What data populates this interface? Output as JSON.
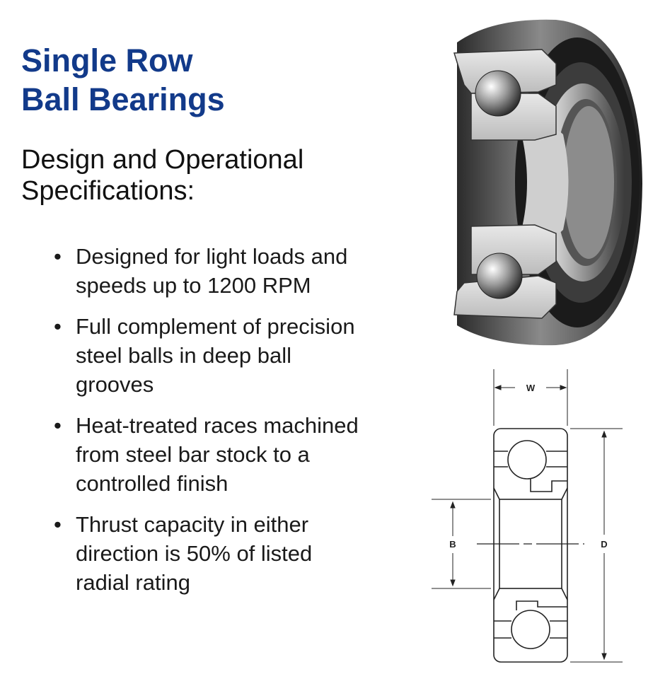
{
  "title": {
    "line1": "Single Row",
    "line2": "Ball Bearings"
  },
  "subtitle": {
    "line1": "Design and Operational",
    "line2": "Specifications:"
  },
  "specs": [
    {
      "bullet": "•",
      "text": "Designed for light loads and speeds up to 1200 RPM"
    },
    {
      "bullet": "•",
      "text": "Full complement of precision steel balls in deep ball grooves"
    },
    {
      "bullet": "•",
      "text": "Heat-treated races machined from steel bar stock to a controlled finish"
    },
    {
      "bullet": "•",
      "text": "Thrust capacity in either direction is 50% of listed radial rating"
    }
  ],
  "diagram": {
    "width_label": "W",
    "bore_label": "B",
    "outer_diameter_label": "D"
  },
  "colors": {
    "title": "#123a8a",
    "body_text": "#1a1a1a"
  }
}
